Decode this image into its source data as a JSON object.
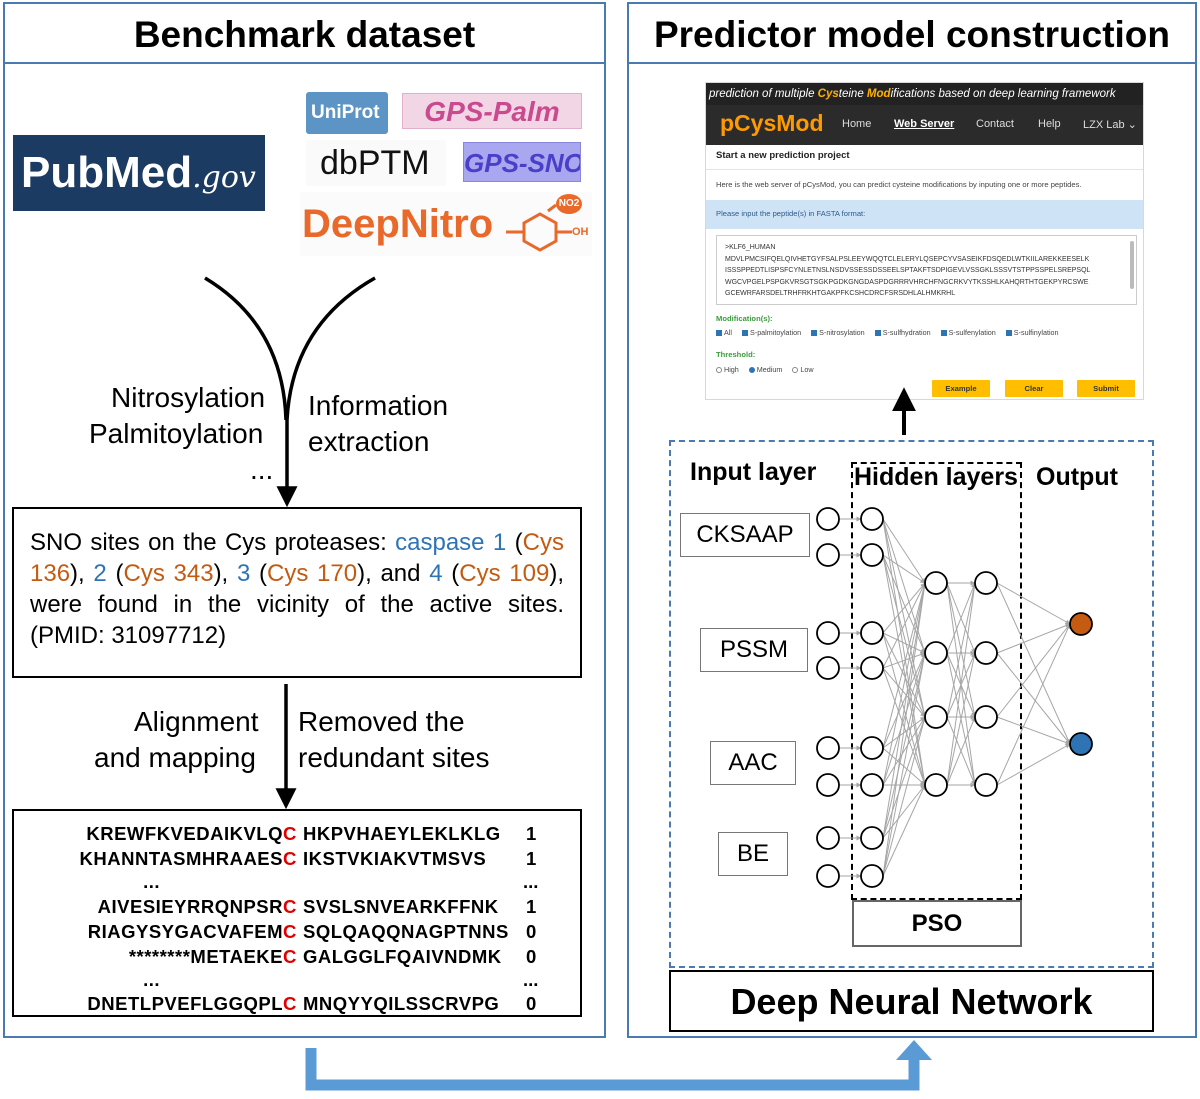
{
  "left_panel": {
    "title": "Benchmark dataset",
    "logos": {
      "pubmed_main": "PubMed",
      "pubmed_suffix": ".gov",
      "uniprot": "UniProt",
      "gps_palm": "GPS-Palm",
      "dbptm": "dbPTM",
      "gps_sno": "GPS-SNO",
      "deepnitro": "DeepNitro",
      "deepnitro_no2": "NO2",
      "deepnitro_oh": "OH"
    },
    "step1": {
      "left_line1": "Nitrosylation",
      "left_line2": "Palmitoylation",
      "left_line3": "...",
      "right_line1": "Information",
      "right_line2": "extraction"
    },
    "sno_text": {
      "intro": "SNO sites on the Cys proteases:",
      "caspase": "caspase",
      "n1": "1",
      "open1": "(",
      "cys1": "Cys 136",
      "close1": "),",
      "n2": "2",
      "open2": "(",
      "cys2": "Cys 343",
      "close2": "),",
      "n3": "3",
      "open3": "(",
      "cys3": "Cys 170",
      "close3": "), and",
      "n4": "4",
      "open4": "(",
      "cys4": "Cys 109",
      "close4": "), were found in the vicinity of the active sites.(PMID: 31097712)"
    },
    "step2": {
      "left_line1": "Alignment",
      "left_line2": "and mapping",
      "right_line1": "Removed the",
      "right_line2": "redundant sites"
    },
    "sequences": [
      {
        "left": "KREWFKVEDAIKVLQ",
        "center": "C",
        "right": "HKPVHAEYLEKLKLG",
        "value": "1"
      },
      {
        "left": "KHANNTASMHRAAES",
        "center": "C",
        "right": "IKSTVKIAKVTMSVS",
        "value": "1"
      },
      {
        "left": "...",
        "center": "",
        "right": "",
        "value": "..."
      },
      {
        "left": "AIVESIEYRRQNPSR",
        "center": "C",
        "right": "SVSLSNVEARKFFNK",
        "value": "1"
      },
      {
        "left": "RIAGYSYGACVAFEM",
        "center": "C",
        "right": "SQLQAQQNAGPTNNS",
        "value": "0"
      },
      {
        "left": "********METAEKE",
        "center": "C",
        "right": "GALGGLFQAIVNDMK",
        "value": "0"
      },
      {
        "left": "...",
        "center": "",
        "right": "",
        "value": "..."
      },
      {
        "left": "DNETLPVEFLGGQPL",
        "center": "C",
        "right": "MNQYYQILSSCRVPG",
        "value": "0"
      }
    ]
  },
  "right_panel": {
    "title": "Predictor model construction",
    "web": {
      "tagline_pre": "prediction of multiple ",
      "tagline_cys": "Cys",
      "tagline_mid": "teine ",
      "tagline_mod": "Mod",
      "tagline_post": "ifications based on deep learning framework",
      "brand": "pCysMod",
      "nav": [
        "Home",
        "Web Server",
        "Contact",
        "Help",
        "LZX Lab ⌄"
      ],
      "section_title": "Start a new prediction project",
      "intro": "Here is the web server of pCysMod, you can predict cysteine modifications by inputing one or more peptides.",
      "input_prompt": "Please input the peptide(s) in FASTA format:",
      "fasta": [
        ">KLF6_HUMAN",
        "MDVLPMCSIFQELQIVHETGYFSALPSLEEYWQQTCLELERYLQSEPCYVSASEIKFDSQEDLWTKIILAREKKEESELK",
        "ISSSPPEDTLISPSFCYNLETNSLNSDVSSESSDSSEELSPTAKFTSDPIGEVLVSSGKLSSSVTSTPPSSPELSREPSQL",
        "WGCVPGELPSPGKVRSGTSGKPGDKGNGDASPDGRRRVHRCHFNGCRKVYTKSSHLKAHQRTHTGEKPYRCSWE",
        "GCEWRFARSDELTRHFRKHTGAKPFKCSHCDRCFSRSDHLALHMKRHL"
      ],
      "modification_label": "Modification(s):",
      "modifications": [
        "All",
        "S-palmitoylation",
        "S-nitrosylation",
        "S-sulfhydration",
        "S-sulfenylation",
        "S-sulfinylation"
      ],
      "threshold_label": "Threshold:",
      "thresholds": [
        "High",
        "Medium",
        "Low"
      ],
      "buttons": {
        "example": "Example",
        "clear": "Clear",
        "submit": "Submit"
      }
    },
    "network": {
      "input_layer": "Input layer",
      "hidden_layers": "Hidden layers",
      "output": "Output",
      "features": [
        "CKSAAP",
        "PSSM",
        "AAC",
        "BE"
      ],
      "pso": "PSO",
      "title": "Deep Neural Network"
    }
  },
  "colors": {
    "panel_border": "#4a7ab0",
    "accent_blue": "#2e74b5",
    "accent_orange": "#c55a11",
    "output_orange": "#c55a11",
    "output_blue": "#2e74b5",
    "cys_red": "#e00000",
    "arrow_blue": "#5b9bd5"
  }
}
